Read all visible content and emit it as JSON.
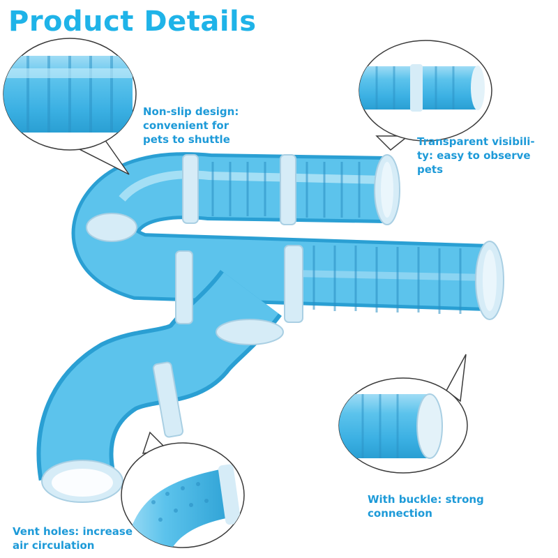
{
  "title": "Product Details",
  "features": [
    {
      "text": "Non-slip design:\nconvenient for\npets to shuttle"
    },
    {
      "text": "Transparent visibili-\nty: easy to observe\npets"
    },
    {
      "text": "With buckle: strong\nconnection"
    },
    {
      "text": "Vent holes: increase\nair circulation"
    }
  ],
  "colors": {
    "accent": "#1fb3e8",
    "caption": "#1d9ad8",
    "tube": "#5cc3ec",
    "tube_dark": "#2a9fd3",
    "connector": "#d6ecf7",
    "callout_outline": "#3a3a3a"
  },
  "icons": [
    "tube-illustration",
    "magnified-callout"
  ]
}
